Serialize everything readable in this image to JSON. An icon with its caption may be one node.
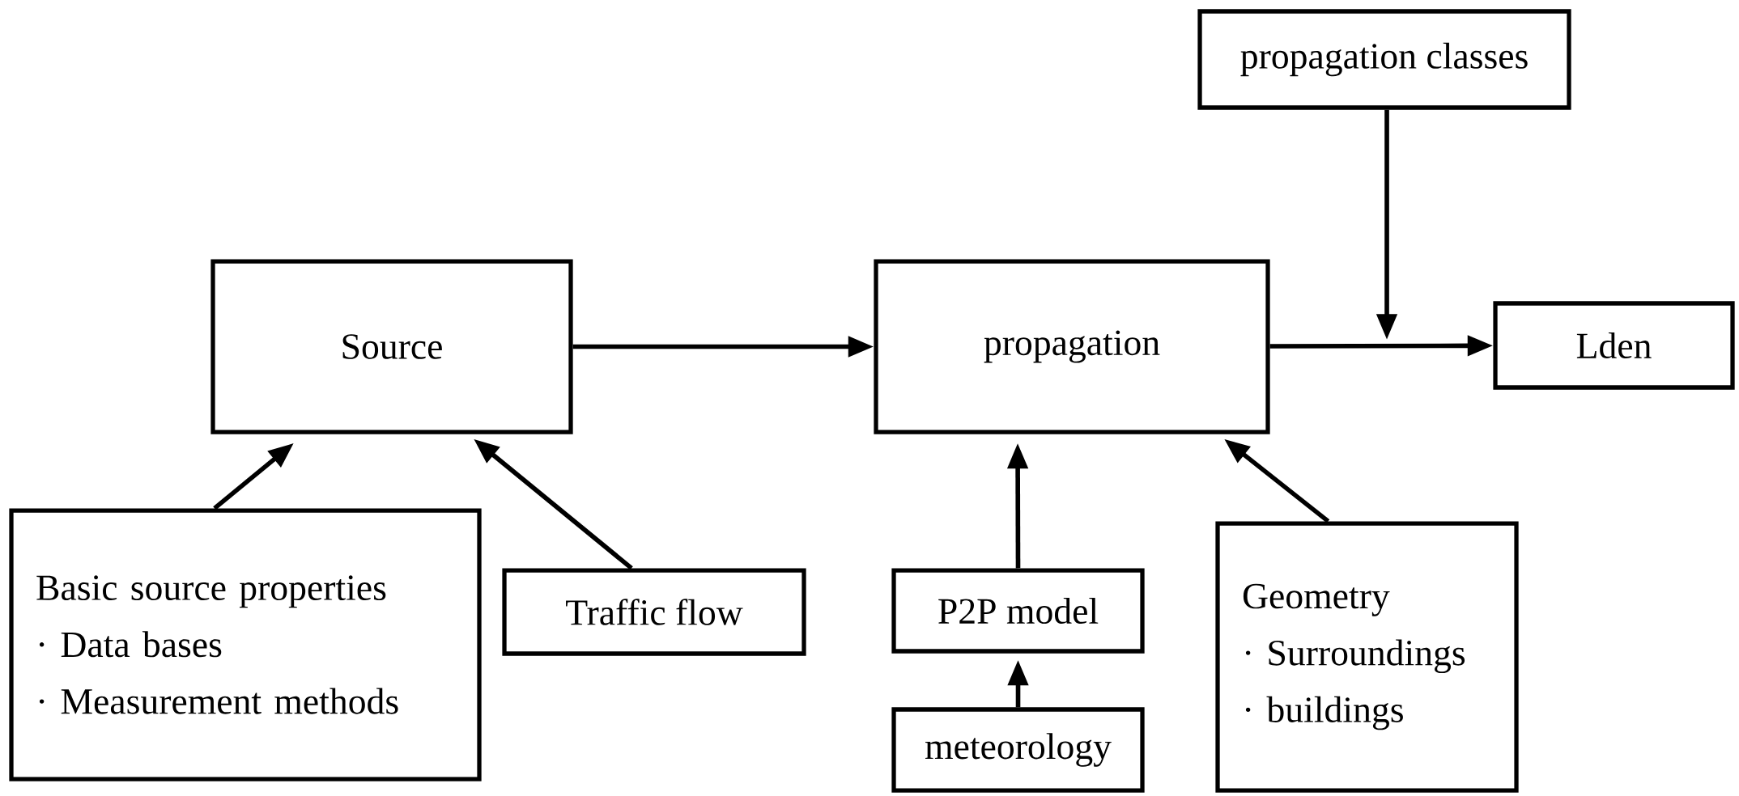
{
  "diagram": {
    "nodes": [
      {
        "text": [
          "propagation classes"
        ]
      },
      {
        "text": [
          "Source"
        ]
      },
      {
        "text": [
          "propagation"
        ]
      },
      {
        "text": [
          "Lden"
        ]
      },
      {
        "text": [
          "Basic source properties",
          "· Data bases",
          "· Measurement methods"
        ]
      },
      {
        "text": [
          "Traffic flow"
        ]
      },
      {
        "text": [
          "P2P model"
        ]
      },
      {
        "text": [
          "meteorology"
        ]
      },
      {
        "text": [
          "Geometry",
          "· Surroundings",
          "· buildings"
        ]
      }
    ],
    "edges": [
      {
        "from": 1,
        "to": 2,
        "arrow": "to"
      },
      {
        "from": 2,
        "to": 3,
        "arrow": "to"
      },
      {
        "from": 0,
        "to": null,
        "arrow": "to"
      },
      {
        "from": 4,
        "to": 1,
        "arrow": "to"
      },
      {
        "from": 5,
        "to": 1,
        "arrow": "to"
      },
      {
        "from": 6,
        "to": 2,
        "arrow": "to"
      },
      {
        "from": 7,
        "to": 6,
        "arrow": "to"
      },
      {
        "from": 8,
        "to": 2,
        "arrow": "to"
      }
    ]
  }
}
